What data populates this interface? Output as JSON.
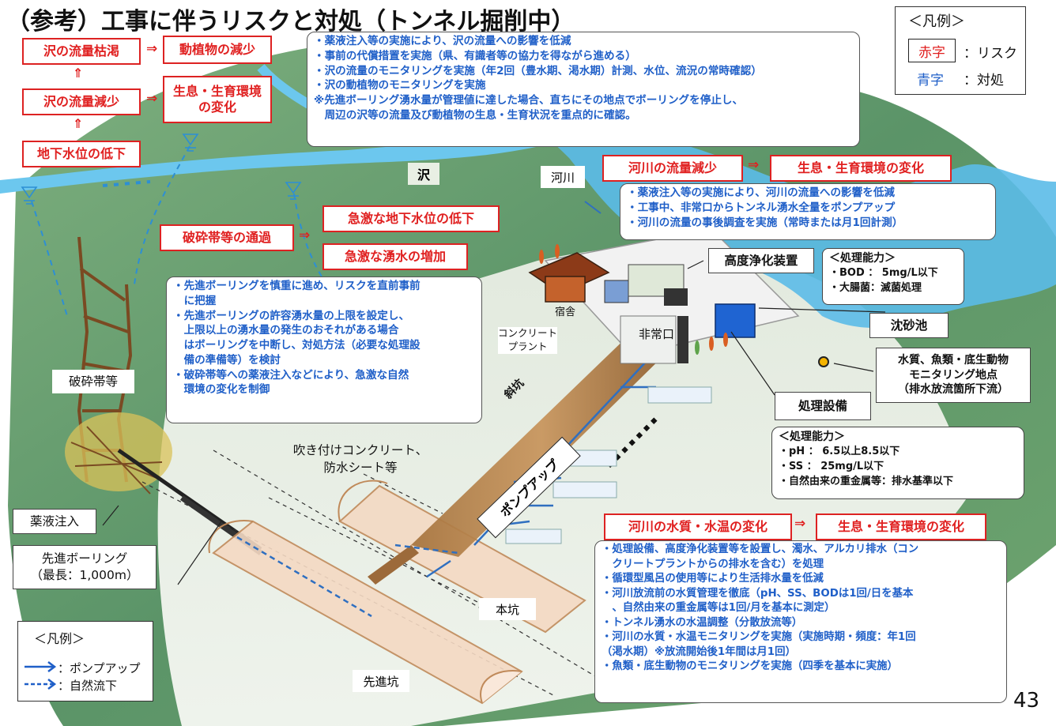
{
  "title": "（参考）工事に伴うリスクと対処（トンネル掘削中）",
  "page_number": "43",
  "legend_top": {
    "heading": "＜凡例＞",
    "red_sample": "赤字",
    "red_desc": "：リスク",
    "blue_sample": "青字",
    "blue_desc": "：対処"
  },
  "legend_bottom": {
    "heading": "＜凡例＞",
    "solid_desc": "：ポンプアップ",
    "dashed_desc": "：自然流下"
  },
  "colors": {
    "risk_red": "#e02020",
    "action_blue": "#1f5fc8",
    "terrain_green": "#5e9c6b",
    "water_blue": "#57b9e6"
  },
  "risks": {
    "sawa_karetaki": "沢の流量枯渇",
    "doshokubutsu_genshou": "動植物の減少",
    "sawa_genshou": "沢の流量減少",
    "seisoku_henka_1": "生息・生育環境\nの変化",
    "chikasui_teika": "地下水位の低下",
    "hasaitai_tsuka": "破砕帯等の通過",
    "kyugeki_chikasui": "急激な地下水位の低下",
    "kyugeki_yusui": "急激な湧水の増加",
    "kasen_genshou": "河川の流量減少",
    "seisoku_henka_2": "生息・生育環境の変化",
    "suishitsu_henka": "河川の水質・水温の変化",
    "seisoku_henka_3": "生息・生育環境の変化"
  },
  "actions_top": [
    "・薬液注入等の実施により、沢の流量への影響を低減",
    "・事前の代償措置を実施（県、有識者等の協力を得ながら進める）",
    "・沢の流量のモニタリングを実施（年2回（豊水期、渇水期）計測、水位、流況の常時確認）",
    "・沢の動植物のモニタリングを実施",
    "※先進ボーリング湧水量が管理値に達した場合、直ちにその地点でボーリングを停止し、",
    "　周辺の沢等の流量及び動植物の生息・生育状況を重点的に確認。"
  ],
  "actions_river": [
    "・薬液注入等の実施により、河川の流量への影響を低減",
    "・工事中、非常口からトンネル湧水全量をポンプアップ",
    "・河川の流量の事後調査を実施（常時または月1回計測）"
  ],
  "actions_boring": [
    "・先進ボーリングを慎重に進め、リスクを直前事前",
    "　に把握",
    "・先進ボーリングの許容湧水量の上限を設定し、",
    "　上限以上の湧水量の発生のおそれがある場合",
    "　はボーリングを中断し、対処方法（必要な処理設",
    "　備の準備等）を検討",
    "・破砕帯等への薬液注入などにより、急激な自然",
    "　環境の変化を制御"
  ],
  "actions_water": [
    "・処理設備、高度浄化装置等を設置し、濁水、アルカリ排水（コン",
    "　クリートプラントからの排水を含む）を処理",
    "・循環型風呂の使用等により生活排水量を低減",
    "・河川放流前の水質管理を徹底（pH、SS、BODは1回/日を基本",
    "　、自然由来の重金属等は1回/月を基本に測定）",
    "・トンネル湧水の水温調整（分散放流等）",
    "・河川の水質・水温モニタリングを実施（実施時期・頻度：年1回",
    "（渇水期）※放流開始後1年間は月1回）",
    "・魚類・底生動物のモニタリングを実施（四季を基本に実施）"
  ],
  "capacity_koudo": [
    "＜処理能力＞",
    "・BOD ： 5mg/L以下",
    "・大腸菌：滅菌処理"
  ],
  "capacity_shori": [
    "＜処理能力＞",
    "・pH ： 6.5以上8.5以下",
    "・SS ： 25mg/L以下",
    "・自然由来の重金属等：排水基準以下"
  ],
  "labels": {
    "sawa": "沢",
    "kasen": "河川",
    "koudo": "高度浄化装置",
    "chinsachi": "沈砂池",
    "monitoring": "水質、魚類・底生動物\nモニタリング地点\n（排水放流箇所下流）",
    "shori": "処理設備",
    "hasaitai": "破砕帯等",
    "yakueki": "薬液注入",
    "senshin_boring": "先進ボーリング\n（最長：1,000m）",
    "fukitsuke": "吹き付けコンクリート、\n防水シート等",
    "pump_up": "ポンプアップ",
    "hijoguchi": "非常口",
    "shakou": "斜坑",
    "shukusha": "宿舎",
    "concrete_plant": "コンクリート\nプラント",
    "honkou": "本坑",
    "senshinkou": "先進坑"
  }
}
